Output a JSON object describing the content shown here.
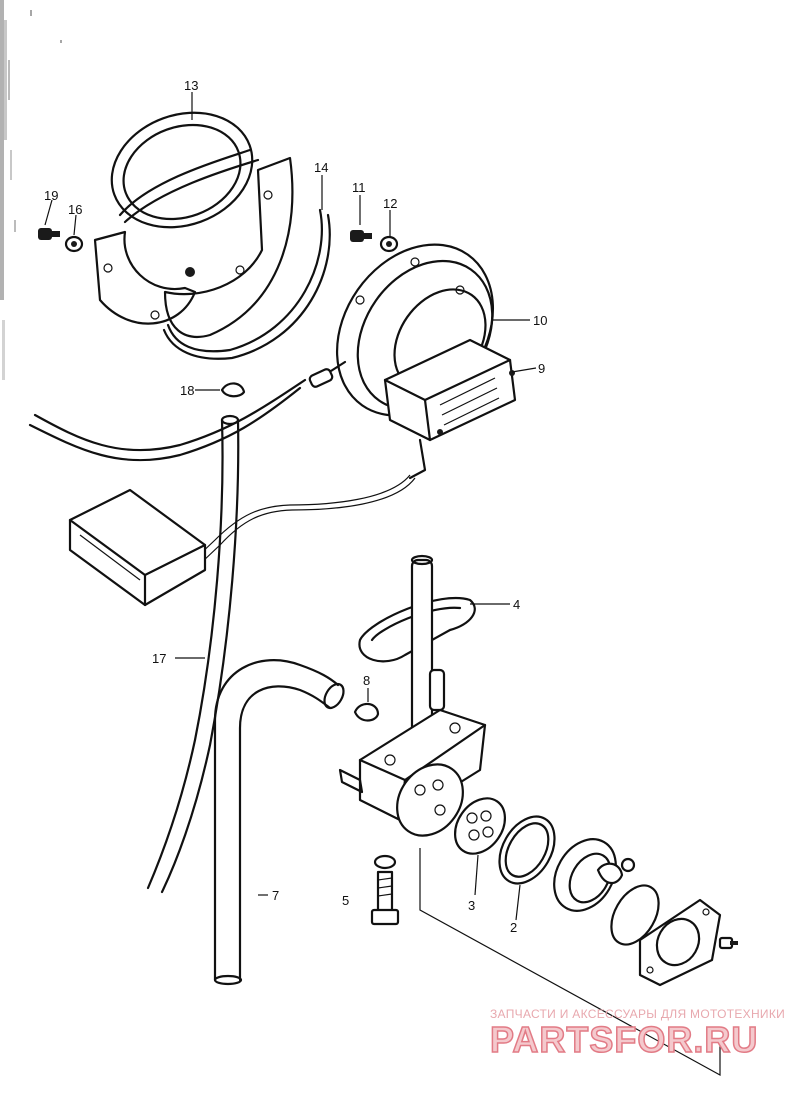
{
  "header_text": "",
  "callouts": [
    {
      "id": "c13",
      "text": "13"
    },
    {
      "id": "c14",
      "text": "14"
    },
    {
      "id": "c19",
      "text": "19"
    },
    {
      "id": "c16",
      "text": "16"
    },
    {
      "id": "c11",
      "text": "11"
    },
    {
      "id": "c12",
      "text": "12"
    },
    {
      "id": "c10",
      "text": "10"
    },
    {
      "id": "c9",
      "text": "9"
    },
    {
      "id": "c18",
      "text": "18"
    },
    {
      "id": "c4",
      "text": "4"
    },
    {
      "id": "c17",
      "text": "17"
    },
    {
      "id": "c8",
      "text": "8"
    },
    {
      "id": "c7",
      "text": "7"
    },
    {
      "id": "c5",
      "text": "5"
    },
    {
      "id": "c3",
      "text": "3"
    },
    {
      "id": "c2",
      "text": "2"
    }
  ],
  "watermark": {
    "tagline": "ЗАПЧАСТИ И АКСЕССУАРЫ ДЛЯ МОТОТЕХНИКИ",
    "brand": "PARTSFOR.RU"
  },
  "colors": {
    "ink": "#111111",
    "watermark_fill": "#f4c9cd",
    "watermark_stroke": "#e27b86"
  }
}
